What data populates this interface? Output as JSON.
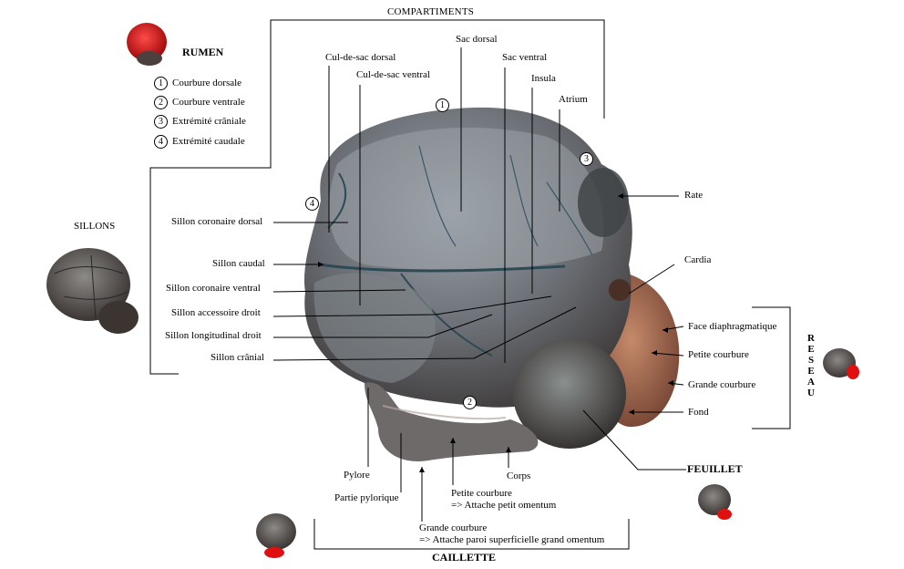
{
  "compartments_title": "COMPARTIMENTS",
  "rumen": {
    "title": "RUMEN",
    "legend": [
      {
        "num": "1",
        "text": "Courbure dorsale"
      },
      {
        "num": "2",
        "text": "Courbure ventrale"
      },
      {
        "num": "3",
        "text": "Extrémité crâniale"
      },
      {
        "num": "4",
        "text": "Extrémité caudale"
      }
    ]
  },
  "sillons_title": "SILLONS",
  "markers": [
    "1",
    "2",
    "3",
    "4"
  ],
  "top_labels": {
    "cul_de_sac_dorsal": "Cul-de-sac dorsal",
    "cul_de_sac_ventral": "Cul-de-sac ventral",
    "sac_dorsal": "Sac dorsal",
    "sac_ventral": "Sac ventral",
    "insula": "Insula",
    "atrium": "Atrium"
  },
  "left_labels": {
    "sillon_coronaire_dorsal": "Sillon coronaire dorsal",
    "sillon_caudal": "Sillon caudal",
    "sillon_coronaire_ventral": "Sillon coronaire ventral",
    "sillon_accessoire_droit": "Sillon accessoire droit",
    "sillon_longitudinal_droit": "Sillon longitudinal droit",
    "sillon_cranial": "Sillon crânial"
  },
  "right_labels": {
    "rate": "Rate",
    "cardia": "Cardia",
    "face_diaphragmatique": "Face diaphragmatique",
    "petite_courbure": "Petite courbure",
    "grande_courbure": "Grande courbure",
    "fond": "Fond",
    "feuillet": "FEUILLET"
  },
  "reseau_title": "RESEAU",
  "caillette": {
    "title": "CAILLETTE",
    "pylore": "Pylore",
    "partie_pylorique": "Partie pylorique",
    "corps": "Corps",
    "petite_courbure_1": "Petite courbure",
    "petite_courbure_2": "=> Attache petit omentum",
    "grande_courbure_1": "Grande courbure",
    "grande_courbure_2": "=> Attache paroi superficielle grand omentum"
  }
}
